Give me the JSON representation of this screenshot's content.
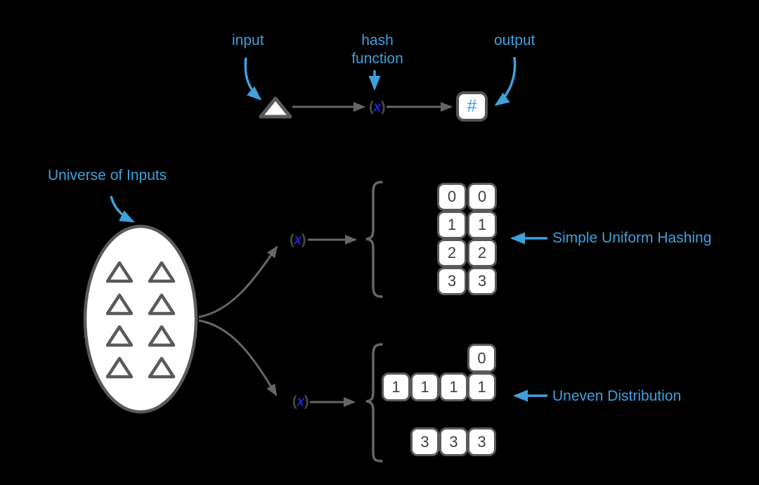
{
  "background": "#000000",
  "colors": {
    "accent_blue": "#3FA0DC",
    "shape_stroke_gray": "#5a5a5a",
    "line_gray": "#666666",
    "cell_text": "#3f3f3f",
    "fx_x_blue": "#2222cc",
    "shape_fill": "#ffffff"
  },
  "flow": {
    "input_label": "input",
    "hash_label_line1": "hash",
    "hash_label_line2": "function",
    "output_label": "output",
    "output_symbol": "#"
  },
  "fx_icon": {
    "open": "(",
    "x": "x",
    "close": ")"
  },
  "universe": {
    "label": "Universe of Inputs",
    "item_shape": "triangle",
    "item_count": 8
  },
  "uniform_group": {
    "label": "Simple Uniform Hashing",
    "cells": [
      "0",
      "0",
      "1",
      "1",
      "2",
      "2",
      "3",
      "3"
    ]
  },
  "uneven_group": {
    "label": "Uneven Distribution",
    "top_cell": "0",
    "middle_row": [
      "1",
      "1",
      "1",
      "1"
    ],
    "bottom_row": [
      "3",
      "3",
      "3"
    ]
  }
}
